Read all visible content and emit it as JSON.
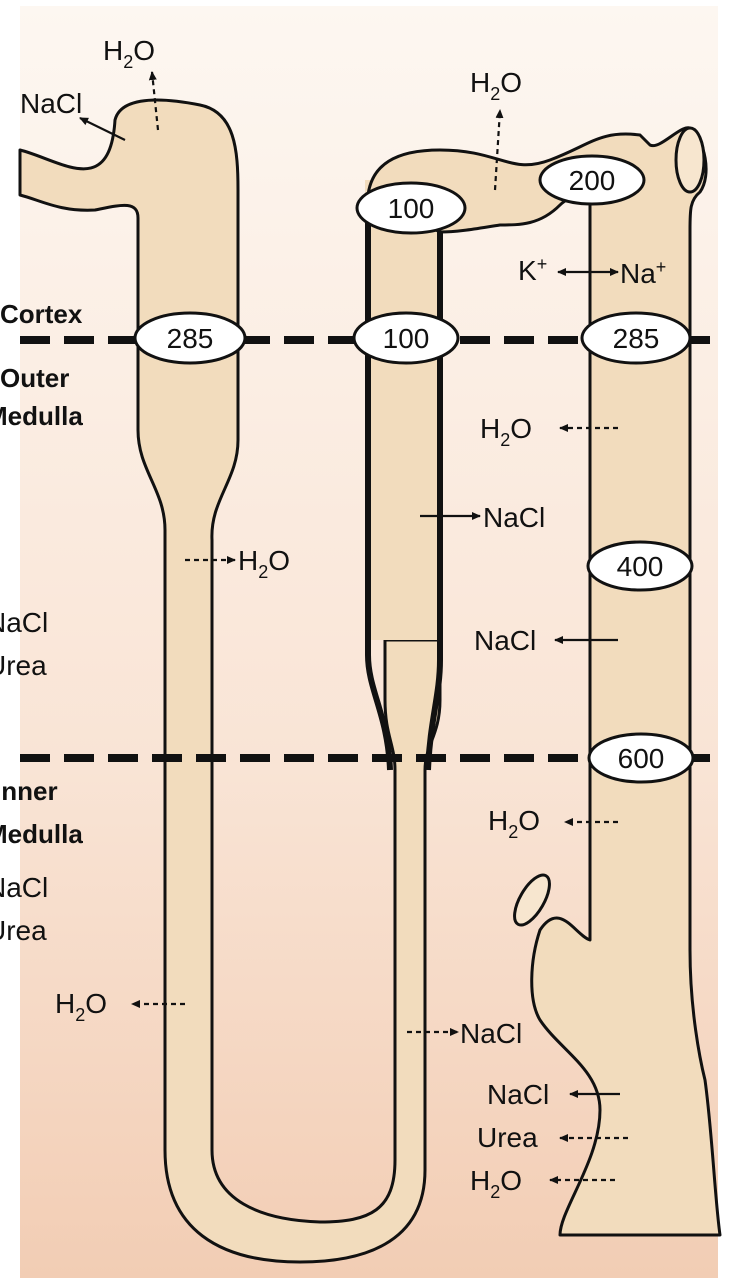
{
  "regions": {
    "cortex": "Cortex",
    "outer_medulla_1": "Outer",
    "outer_medulla_2": "Medulla",
    "outer_nacl": "NaCl",
    "outer_urea": "Urea",
    "inner_medulla_1": "Inner",
    "inner_medulla_2": "Medulla",
    "inner_nacl": "NaCl",
    "inner_urea": "Urea"
  },
  "osmolality": {
    "proximal_cortex": "285",
    "thick_ascending_cortex": "100",
    "collecting_cortex": "285",
    "distal_top": "100",
    "collecting_top": "200",
    "collecting_outer": "400",
    "collecting_boundary": "600"
  },
  "labels": {
    "h2o_main": "H",
    "h2o_sub": "2",
    "h2o_tail": "O",
    "nacl": "NaCl",
    "urea": "Urea",
    "k": "K",
    "na": "Na",
    "plus": "+"
  }
}
